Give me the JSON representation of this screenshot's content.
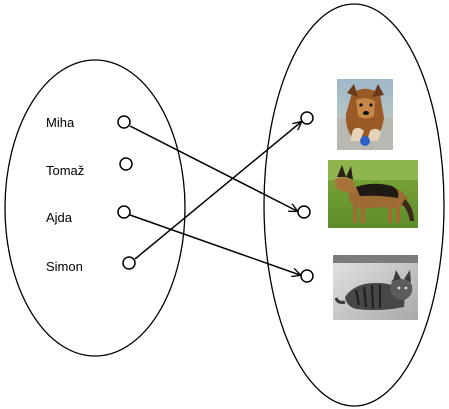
{
  "domain_set": {
    "names": [
      "Miha",
      "Tomaž",
      "Ajda",
      "Simon"
    ]
  },
  "codomain_set": {
    "pictures": [
      "dog-photo",
      "german-shepherd-photo",
      "cat-photo"
    ]
  },
  "mapping": [
    {
      "from": "Miha",
      "to": "german-shepherd-photo"
    },
    {
      "from": "Ajda",
      "to": "cat-photo"
    },
    {
      "from": "Simon",
      "to": "dog-photo"
    }
  ]
}
